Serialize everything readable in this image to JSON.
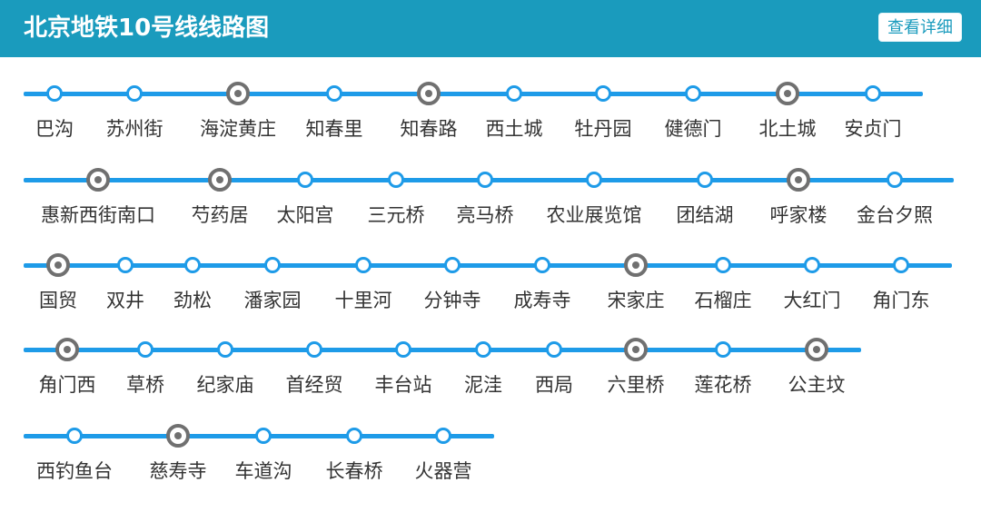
{
  "header": {
    "title": "北京地铁10号线线路图",
    "detail_label": "查看详细"
  },
  "colors": {
    "header_bg": "#1a9bbd",
    "line": "#1e9be8",
    "transfer_ring": "#707070",
    "label_text": "#333333"
  },
  "legend_icons": {
    "station": "station-circle-icon",
    "transfer": "transfer-station-icon"
  },
  "rows": [
    {
      "stations": [
        {
          "name": "巴沟",
          "transfer": false
        },
        {
          "name": "苏州街",
          "transfer": false
        },
        {
          "name": "海淀黄庄",
          "transfer": true
        },
        {
          "name": "知春里",
          "transfer": false
        },
        {
          "name": "知春路",
          "transfer": true
        },
        {
          "name": "西土城",
          "transfer": false
        },
        {
          "name": "牡丹园",
          "transfer": false
        },
        {
          "name": "健德门",
          "transfer": false
        },
        {
          "name": "北土城",
          "transfer": true
        },
        {
          "name": "安贞门",
          "transfer": false
        }
      ]
    },
    {
      "stations": [
        {
          "name": "惠新西街南口",
          "transfer": true
        },
        {
          "name": "芍药居",
          "transfer": true
        },
        {
          "name": "太阳宫",
          "transfer": false
        },
        {
          "name": "三元桥",
          "transfer": false
        },
        {
          "name": "亮马桥",
          "transfer": false
        },
        {
          "name": "农业展览馆",
          "transfer": false
        },
        {
          "name": "团结湖",
          "transfer": false
        },
        {
          "name": "呼家楼",
          "transfer": true
        },
        {
          "name": "金台夕照",
          "transfer": false
        }
      ]
    },
    {
      "stations": [
        {
          "name": "国贸",
          "transfer": true
        },
        {
          "name": "双井",
          "transfer": false
        },
        {
          "name": "劲松",
          "transfer": false
        },
        {
          "name": "潘家园",
          "transfer": false
        },
        {
          "name": "十里河",
          "transfer": false
        },
        {
          "name": "分钟寺",
          "transfer": false
        },
        {
          "name": "成寿寺",
          "transfer": false
        },
        {
          "name": "宋家庄",
          "transfer": true
        },
        {
          "name": "石榴庄",
          "transfer": false
        },
        {
          "name": "大红门",
          "transfer": false
        },
        {
          "name": "角门东",
          "transfer": false
        }
      ]
    },
    {
      "stations": [
        {
          "name": "角门西",
          "transfer": true
        },
        {
          "name": "草桥",
          "transfer": false
        },
        {
          "name": "纪家庙",
          "transfer": false
        },
        {
          "name": "首经贸",
          "transfer": false
        },
        {
          "name": "丰台站",
          "transfer": false
        },
        {
          "name": "泥洼",
          "transfer": false
        },
        {
          "name": "西局",
          "transfer": false
        },
        {
          "name": "六里桥",
          "transfer": true
        },
        {
          "name": "莲花桥",
          "transfer": false
        },
        {
          "name": "公主坟",
          "transfer": true
        }
      ]
    },
    {
      "stations": [
        {
          "name": "西钓鱼台",
          "transfer": false
        },
        {
          "name": "慈寿寺",
          "transfer": true
        },
        {
          "name": "车道沟",
          "transfer": false
        },
        {
          "name": "长春桥",
          "transfer": false
        },
        {
          "name": "火器营",
          "transfer": false
        }
      ]
    }
  ]
}
